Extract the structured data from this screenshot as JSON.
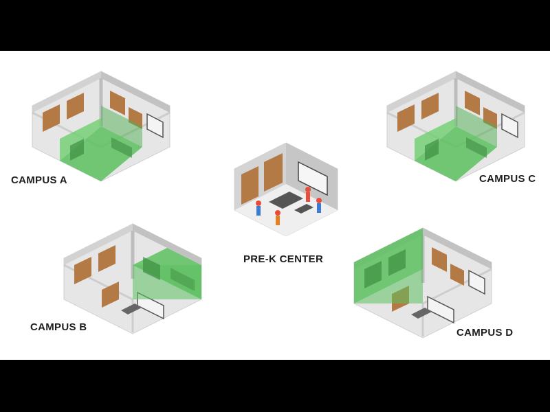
{
  "labels": {
    "campus_a": "CAMPUS A",
    "campus_b": "CAMPUS B",
    "campus_c": "CAMPUS C",
    "campus_d": "CAMPUS D",
    "prek": "PRE-K CENTER"
  },
  "colors": {
    "background": "#ffffff",
    "letterbox": "#000000",
    "highlight_room": "#5cbf5e",
    "floor": "#e6e6e6",
    "wall": "#bdbdbd",
    "shelf": "#b47a45",
    "text": "#1e1e1e"
  },
  "buildings": [
    {
      "id": "campus-a",
      "green_room": "front"
    },
    {
      "id": "campus-b",
      "green_room": "right"
    },
    {
      "id": "campus-c",
      "green_room": "front"
    },
    {
      "id": "campus-d",
      "green_room": "left"
    },
    {
      "id": "prek-center",
      "green_room": "none"
    }
  ]
}
